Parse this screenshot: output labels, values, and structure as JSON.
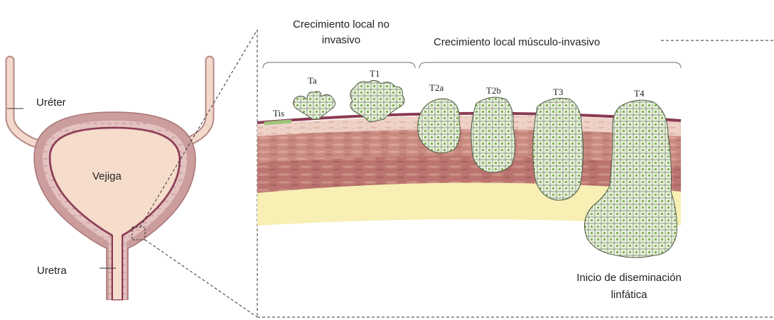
{
  "bladder": {
    "ureter_label": "Uréter",
    "bladder_label": "Vejiga",
    "urethra_label": "Uretra"
  },
  "groups": {
    "non_invasive": [
      "Crecimiento local no",
      "invasivo"
    ],
    "muscle_invasive": "Crecimiento local músculo-invasivo"
  },
  "stages": [
    "Tis",
    "Ta",
    "T1",
    "T2a",
    "T2b",
    "T3",
    "T4"
  ],
  "footnote": [
    "Inicio de diseminación",
    "linfática"
  ],
  "colors": {
    "bladder_wall": "#cc9d9d",
    "bladder_lumen": "#f6dccb",
    "mucosa_line": "#8b3a52",
    "tumor_fill": "#e6efdb",
    "tumor_dot": "#7fae4e",
    "fat_layer": "#f7efb4",
    "muscle_layer": "#c98a80"
  }
}
